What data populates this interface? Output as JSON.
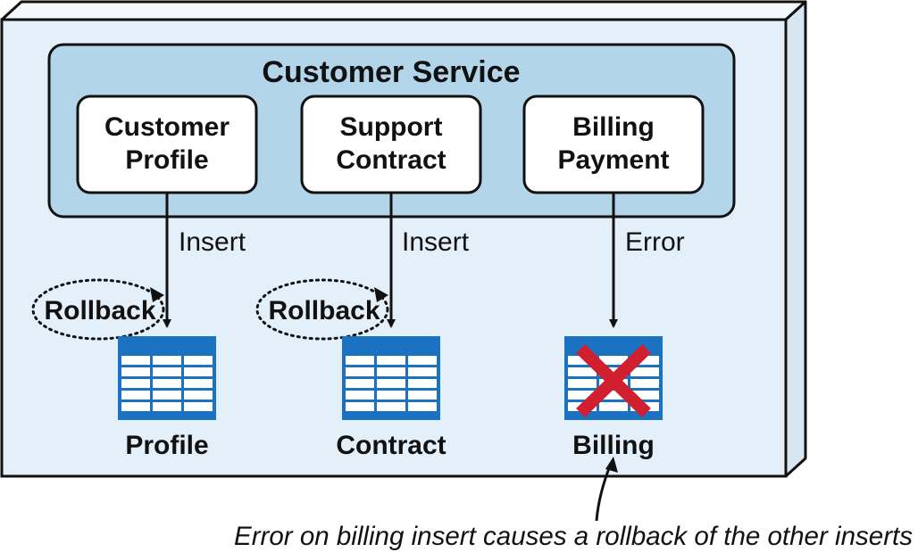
{
  "service": {
    "title": "Customer Service"
  },
  "components": [
    {
      "line1": "Customer",
      "line2": "Profile"
    },
    {
      "line1": "Support",
      "line2": "Contract"
    },
    {
      "line1": "Billing",
      "line2": "Payment"
    }
  ],
  "flows": [
    {
      "label": "Insert",
      "rollback": "Rollback"
    },
    {
      "label": "Insert",
      "rollback": "Rollback"
    },
    {
      "label": "Error"
    }
  ],
  "tables": [
    {
      "name": "Profile",
      "status": "ok"
    },
    {
      "name": "Contract",
      "status": "ok"
    },
    {
      "name": "Billing",
      "status": "error"
    }
  ],
  "caption": "Error on billing insert causes a rollback of the other inserts",
  "colors": {
    "outer_fill": "#e3f0f9",
    "service_fill": "#b3d5ea",
    "table_blue": "#1b72c0",
    "error_red": "#d01f2f"
  }
}
